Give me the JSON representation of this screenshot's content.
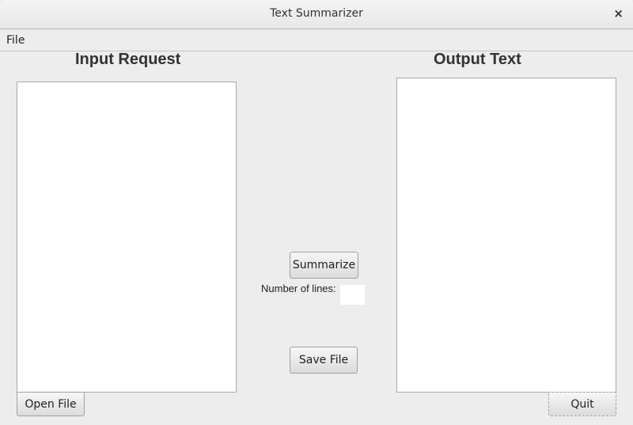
{
  "window": {
    "title": "Text Summarizer",
    "close_label": "×"
  },
  "menu": {
    "file": "File"
  },
  "input": {
    "heading": "Input Request",
    "value": ""
  },
  "output": {
    "heading": "Output Text",
    "value": ""
  },
  "controls": {
    "summarize": "Summarize",
    "lines_label": "Number of lines:",
    "lines_value": "",
    "save": "Save File",
    "open": "Open File",
    "quit": "Quit"
  }
}
